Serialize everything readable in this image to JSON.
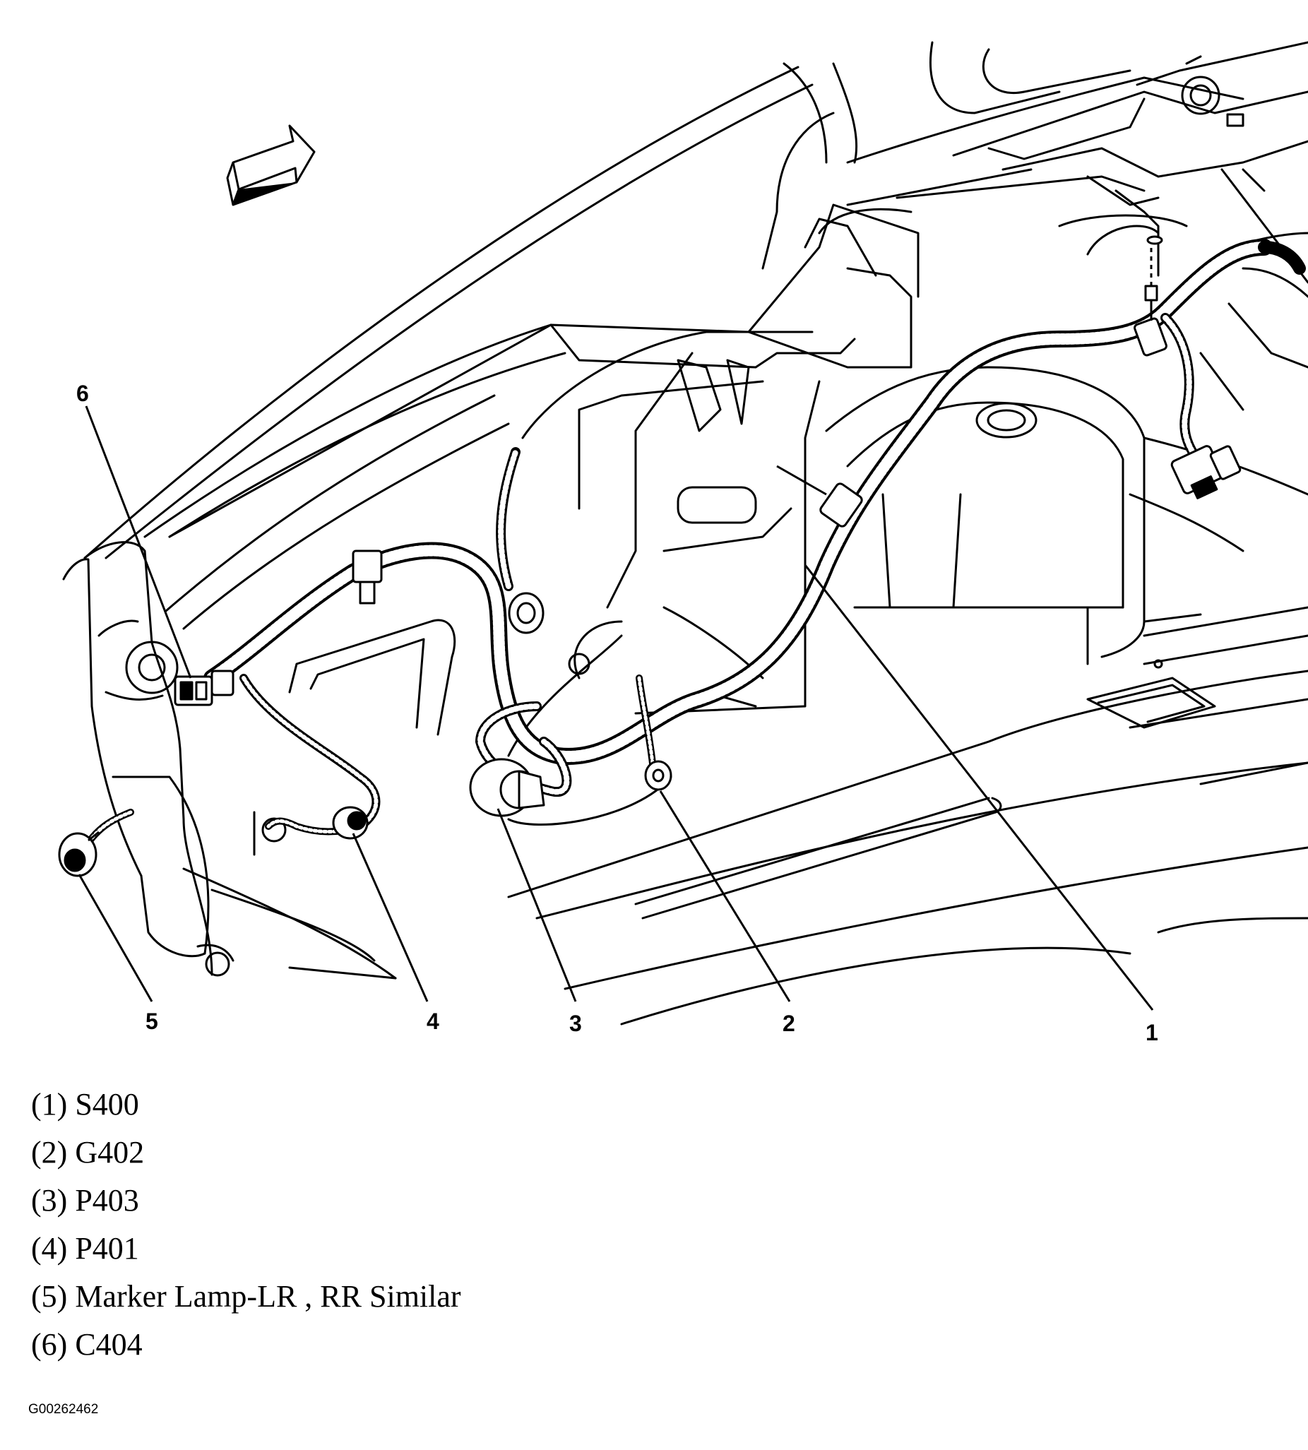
{
  "callouts": [
    "1",
    "2",
    "3",
    "4",
    "5",
    "6"
  ],
  "legend": [
    {
      "num": "(1)",
      "text": "S400"
    },
    {
      "num": "(2)",
      "text": "G402"
    },
    {
      "num": "(3)",
      "text": "P403"
    },
    {
      "num": "(4)",
      "text": "P401"
    },
    {
      "num": "(5)",
      "text": "Marker Lamp-LR , RR Similar"
    },
    {
      "num": "(6)",
      "text": "C404"
    }
  ],
  "figure_code": "G00262462",
  "icons": [
    "direction-arrow-icon"
  ],
  "colors": {
    "line": "#000000",
    "background": "#ffffff"
  }
}
